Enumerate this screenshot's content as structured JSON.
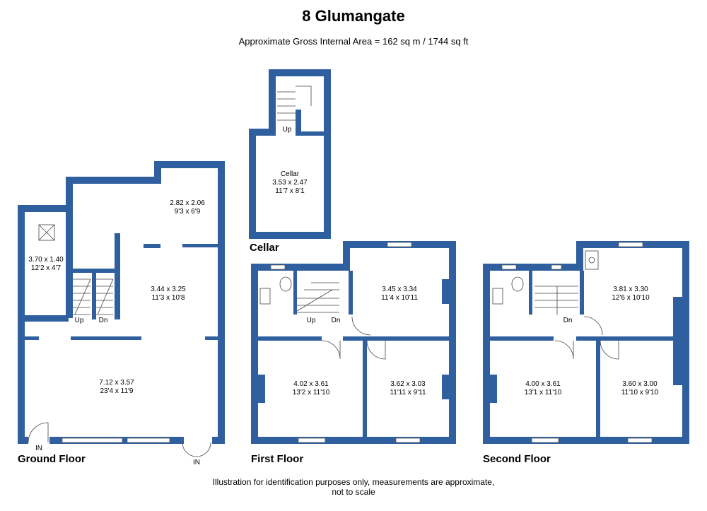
{
  "title": "8 Glumangate",
  "subtitle": "Approximate Gross Internal Area = 162 sq m / 1744 sq ft",
  "colors": {
    "wall": "#2f5f9e",
    "background": "#ffffff"
  },
  "floors": {
    "ground": {
      "label": "Ground Floor",
      "rooms": [
        {
          "metric": "3.70 x 1.40",
          "imperial": "12'2 x 4'7"
        },
        {
          "metric": "2.82 x 2.06",
          "imperial": "9'3 x 6'9"
        },
        {
          "metric": "3.44 x 3.25",
          "imperial": "11'3 x 10'8"
        },
        {
          "metric": "7.12 x 3.57",
          "imperial": "23'4 x 11'9"
        }
      ],
      "stairs_up": "Up",
      "stairs_down": "Dn",
      "entrance_left": "IN",
      "entrance_right": "IN"
    },
    "cellar": {
      "label": "Cellar",
      "room_name": "Cellar",
      "room_metric": "3.53 x 2.47",
      "room_imperial": "11'7 x 8'1",
      "stairs_up": "Up"
    },
    "first": {
      "label": "First Floor",
      "rooms": [
        {
          "metric": "3.45 x 3.34",
          "imperial": "11'4 x 10'11"
        },
        {
          "metric": "4.02 x 3.61",
          "imperial": "13'2 x 11'10"
        },
        {
          "metric": "3.62 x 3.03",
          "imperial": "11'11 x 9'11"
        }
      ],
      "stairs_up": "Up",
      "stairs_down": "Dn"
    },
    "second": {
      "label": "Second Floor",
      "rooms": [
        {
          "metric": "3.81 x 3.30",
          "imperial": "12'6 x 10'10"
        },
        {
          "metric": "4.00 x 3.61",
          "imperial": "13'1 x 11'10"
        },
        {
          "metric": "3.60 x 3.00",
          "imperial": "11'10 x 9'10"
        }
      ],
      "stairs_down": "Dn"
    }
  },
  "footer": {
    "line1": "Illustration for identification purposes only, measurements are approximate,",
    "line2": "not to scale"
  }
}
